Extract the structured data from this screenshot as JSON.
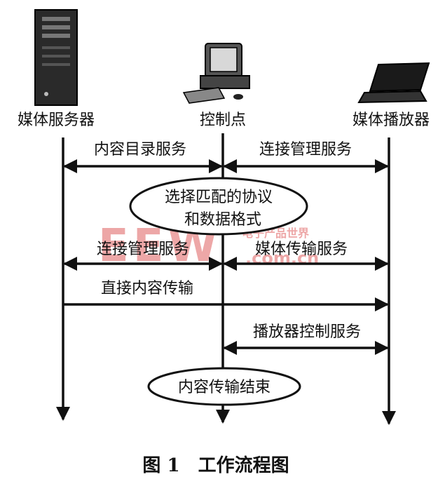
{
  "actors": {
    "left": "媒体服务器",
    "center": "控制点",
    "right": "媒体播放器"
  },
  "messages": {
    "content_directory": "内容目录服务",
    "connection_mgmt_top": "连接管理服务",
    "select_protocol_line1": "选择匹配的协议",
    "select_protocol_line2": "和数据格式",
    "connection_mgmt_mid": "连接管理服务",
    "av_transport": "媒体传输服务",
    "direct_transfer": "直接内容传输",
    "renderer_control": "播放器控制服务",
    "transfer_complete": "内容传输结束"
  },
  "caption": "图 1　工作流程图",
  "watermark": {
    "logo": "EEW",
    "tagline": "电子产品世界",
    "domain": ".com.cn"
  },
  "colors": {
    "ink": "#111111",
    "watermark": "#e06060"
  }
}
